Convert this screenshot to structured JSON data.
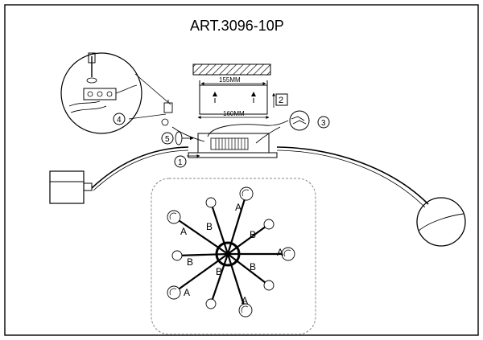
{
  "title": "ART.3096-10P",
  "dimensions": {
    "top_width": "155MM",
    "bottom_width": "160MM"
  },
  "steps": [
    "1",
    "2",
    "3",
    "4",
    "5"
  ],
  "arm_labels": {
    "a": "A",
    "b": "B"
  }
}
